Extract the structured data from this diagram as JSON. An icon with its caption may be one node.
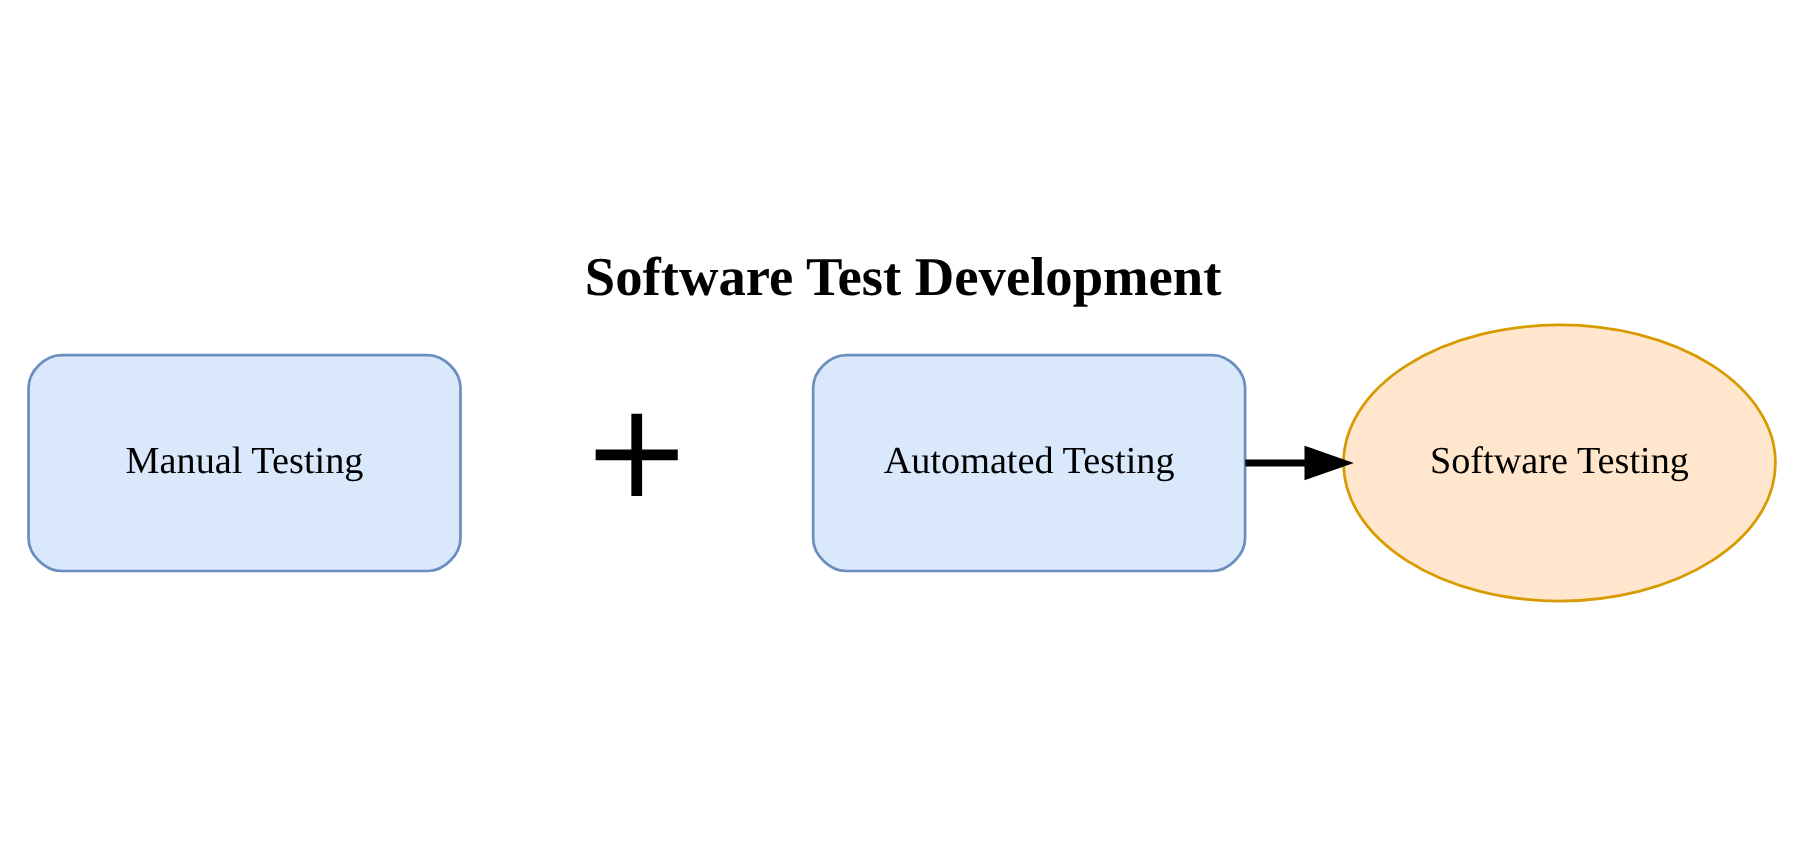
{
  "diagram": {
    "title": "Software Test Development",
    "nodes": [
      {
        "text": [
          "Manual Testing"
        ]
      },
      {
        "text": [
          "Automated Testing"
        ]
      },
      {
        "text": [
          "Software Testing"
        ]
      }
    ],
    "edges": [
      {
        "from": 1,
        "to": 2,
        "arrow": "to"
      }
    ],
    "labels": [
      "+"
    ]
  }
}
